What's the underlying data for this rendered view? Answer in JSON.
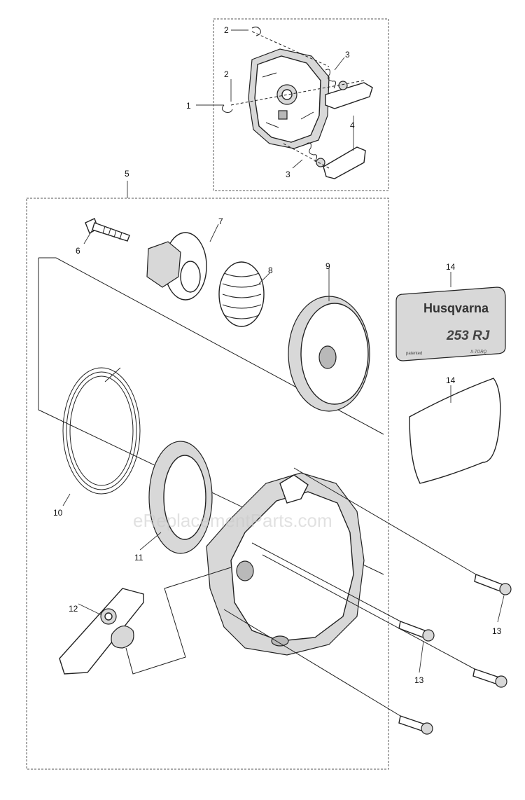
{
  "watermark": "eReplacementParts.com",
  "callouts": {
    "c1": "1",
    "c2a": "2",
    "c2b": "2",
    "c3a": "3",
    "c3b": "3",
    "c4": "4",
    "c5": "5",
    "c6": "6",
    "c7": "7",
    "c8": "8",
    "c9": "9",
    "c10": "10",
    "c11": "11",
    "c12": "12",
    "c13a": "13",
    "c13b": "13",
    "c14a": "14",
    "c14b": "14"
  },
  "decal": {
    "brand": "Husqvarna",
    "model": "253 RJ",
    "note_left": "patented",
    "note_right": "X-TORQ"
  }
}
